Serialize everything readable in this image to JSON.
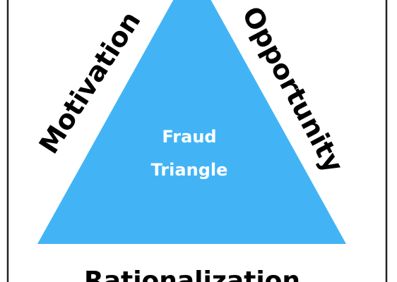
{
  "diagram": {
    "center_title_line1": "Fraud",
    "center_title_line2": "Triangle",
    "sides": {
      "left": "Motivation",
      "right": "Opportunity",
      "bottom": "Rationalization"
    }
  },
  "colors": {
    "triangle_fill": "#42b4f5",
    "frame": "#222222",
    "text_dark": "#000000",
    "text_light": "#ffffff",
    "background": "#ffffff"
  }
}
